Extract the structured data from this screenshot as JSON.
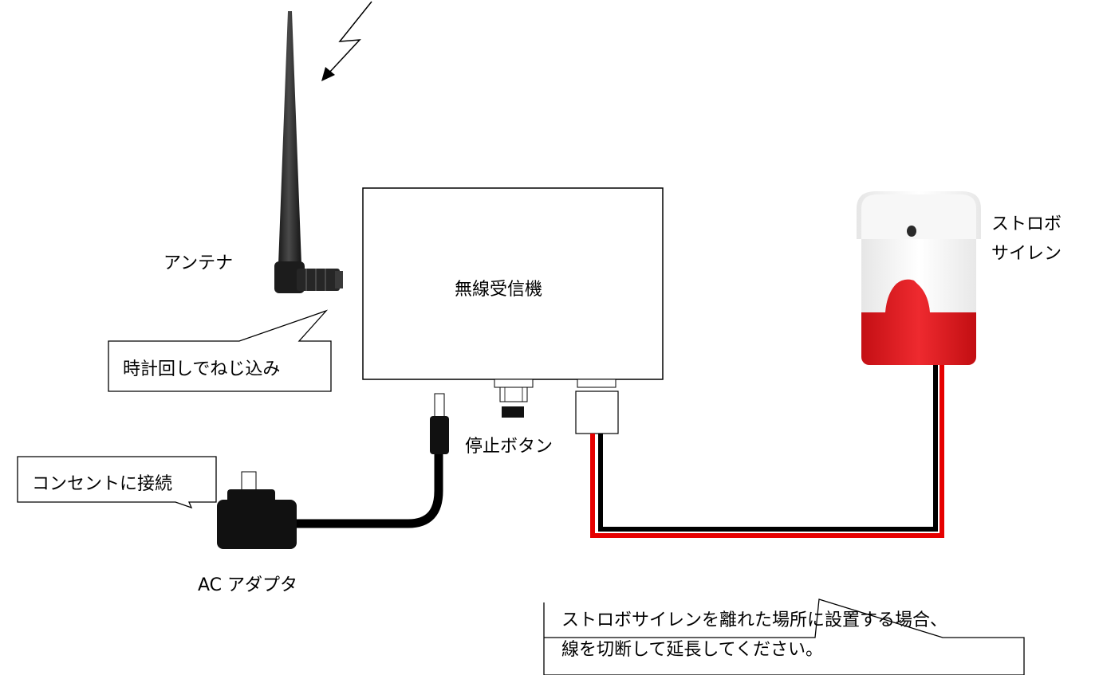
{
  "labels": {
    "antenna": "アンテナ",
    "receiver": "無線受信機",
    "stop_button": "停止ボタン",
    "strobe_line1": "ストロボ",
    "strobe_line2": "サイレン",
    "ac_adapter": "AC アダプタ"
  },
  "callouts": {
    "screw_in": "時計回しでねじ込み",
    "plug_in": "コンセントに接続",
    "extend_line1": "ストロボサイレンを離れた場所に設置する場合、",
    "extend_line2": "線を切断して延長してください。"
  },
  "colors": {
    "wire_red": "#e60000",
    "wire_black": "#000000",
    "siren_red": "#e2151b",
    "siren_white": "#f4f4f4",
    "outline": "#000000"
  }
}
